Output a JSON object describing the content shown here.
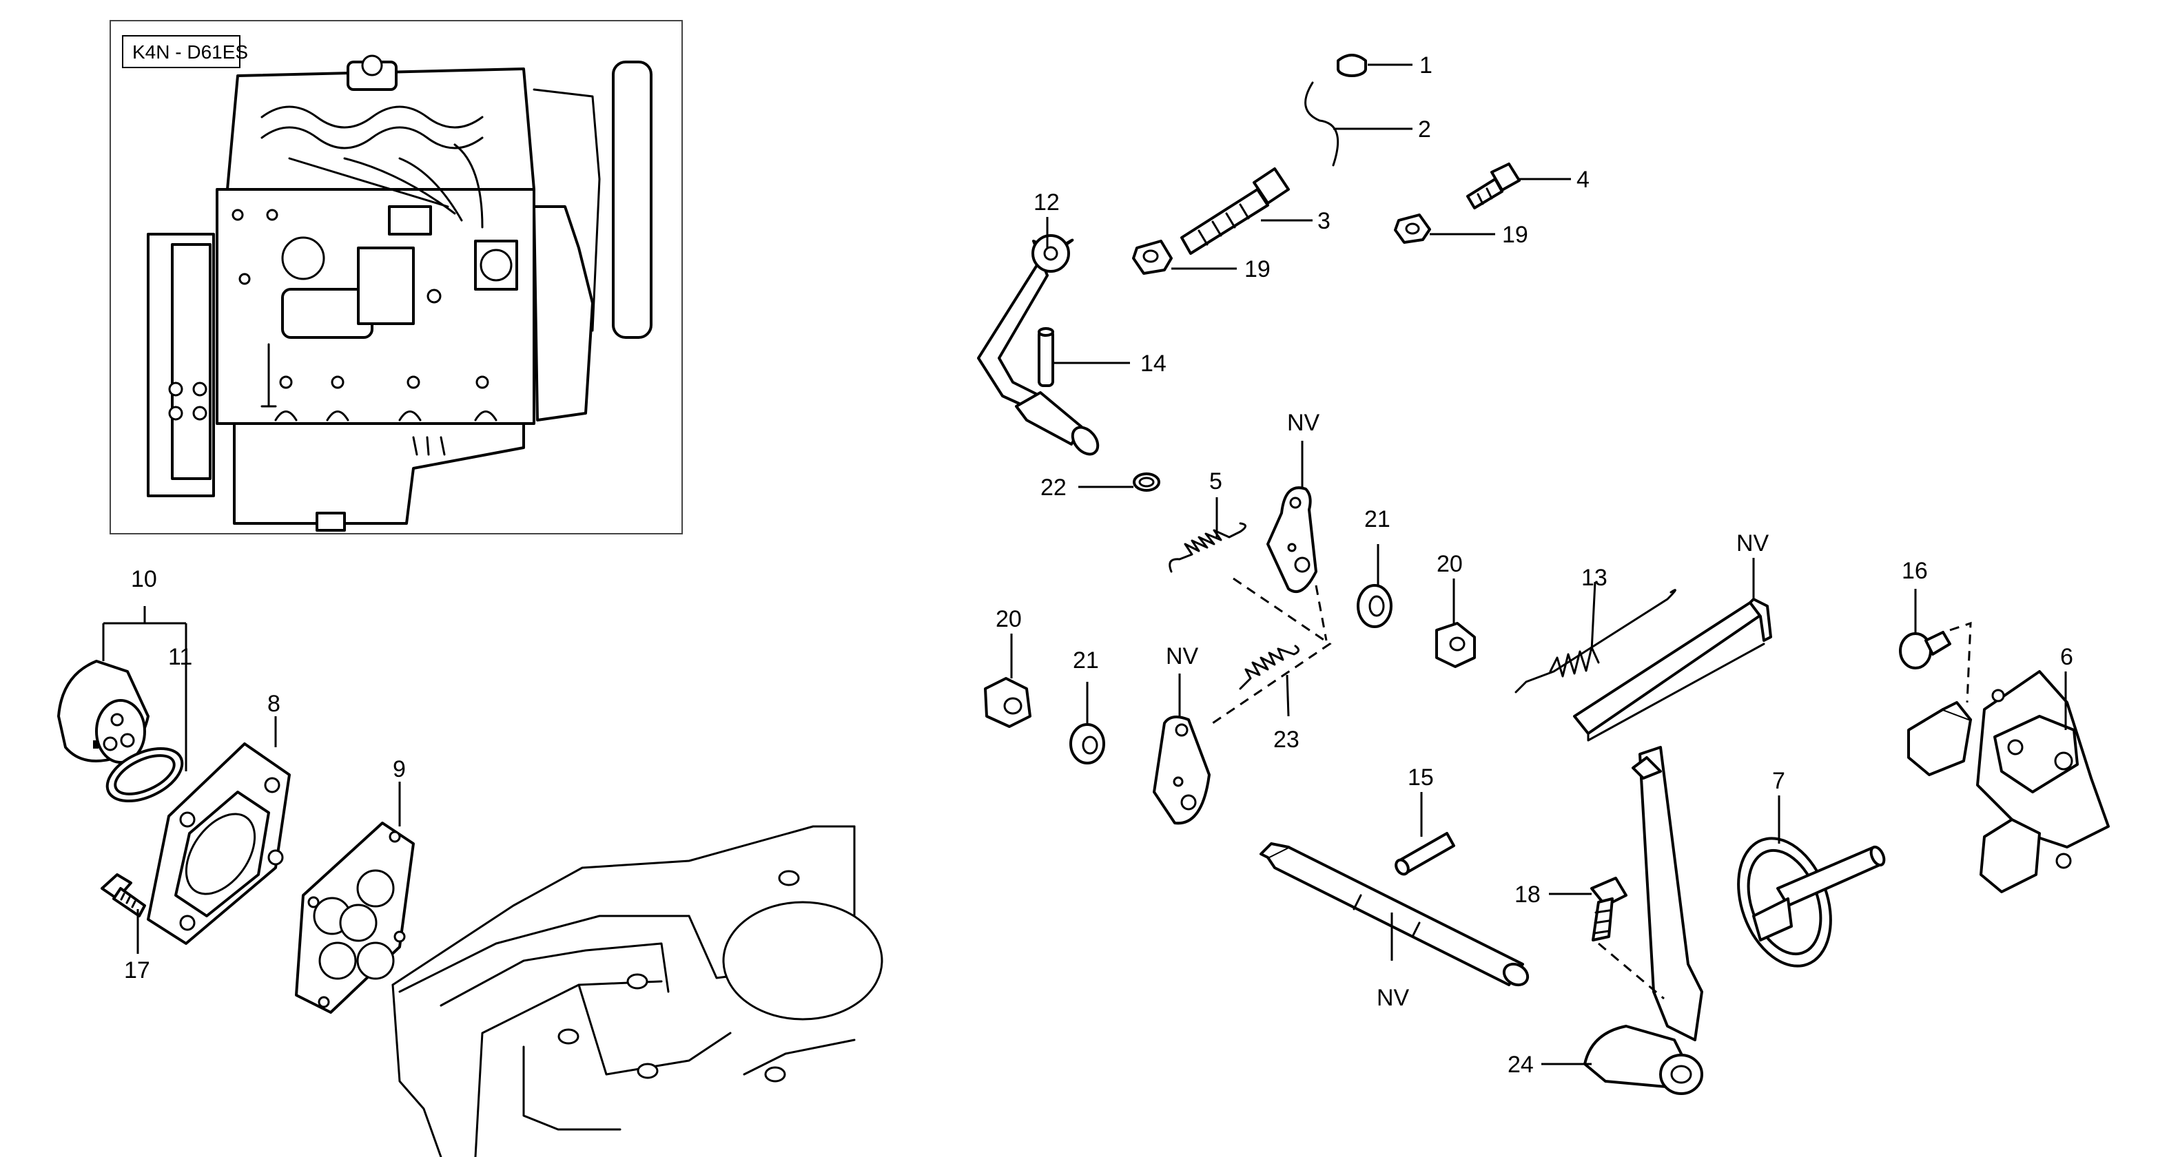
{
  "engine_inset": {
    "model_label": "K4N - D61ES"
  },
  "callouts": {
    "p1": "1",
    "p2": "2",
    "p3": "3",
    "p4": "4",
    "p5": "5",
    "p6": "6",
    "p7": "7",
    "p8": "8",
    "p9": "9",
    "p10": "10",
    "p11": "11",
    "p12": "12",
    "p13": "13",
    "p14": "14",
    "p15": "15",
    "p16": "16",
    "p17": "17",
    "p18": "18",
    "p19a": "19",
    "p19b": "19",
    "p20a": "20",
    "p20b": "20",
    "p21a": "21",
    "p21b": "21",
    "p22": "22",
    "p23": "23",
    "p24": "24",
    "nv_upper_plate": "NV",
    "nv_lower_plate": "NV",
    "nv_bracket": "NV",
    "nv_shaft": "NV"
  }
}
